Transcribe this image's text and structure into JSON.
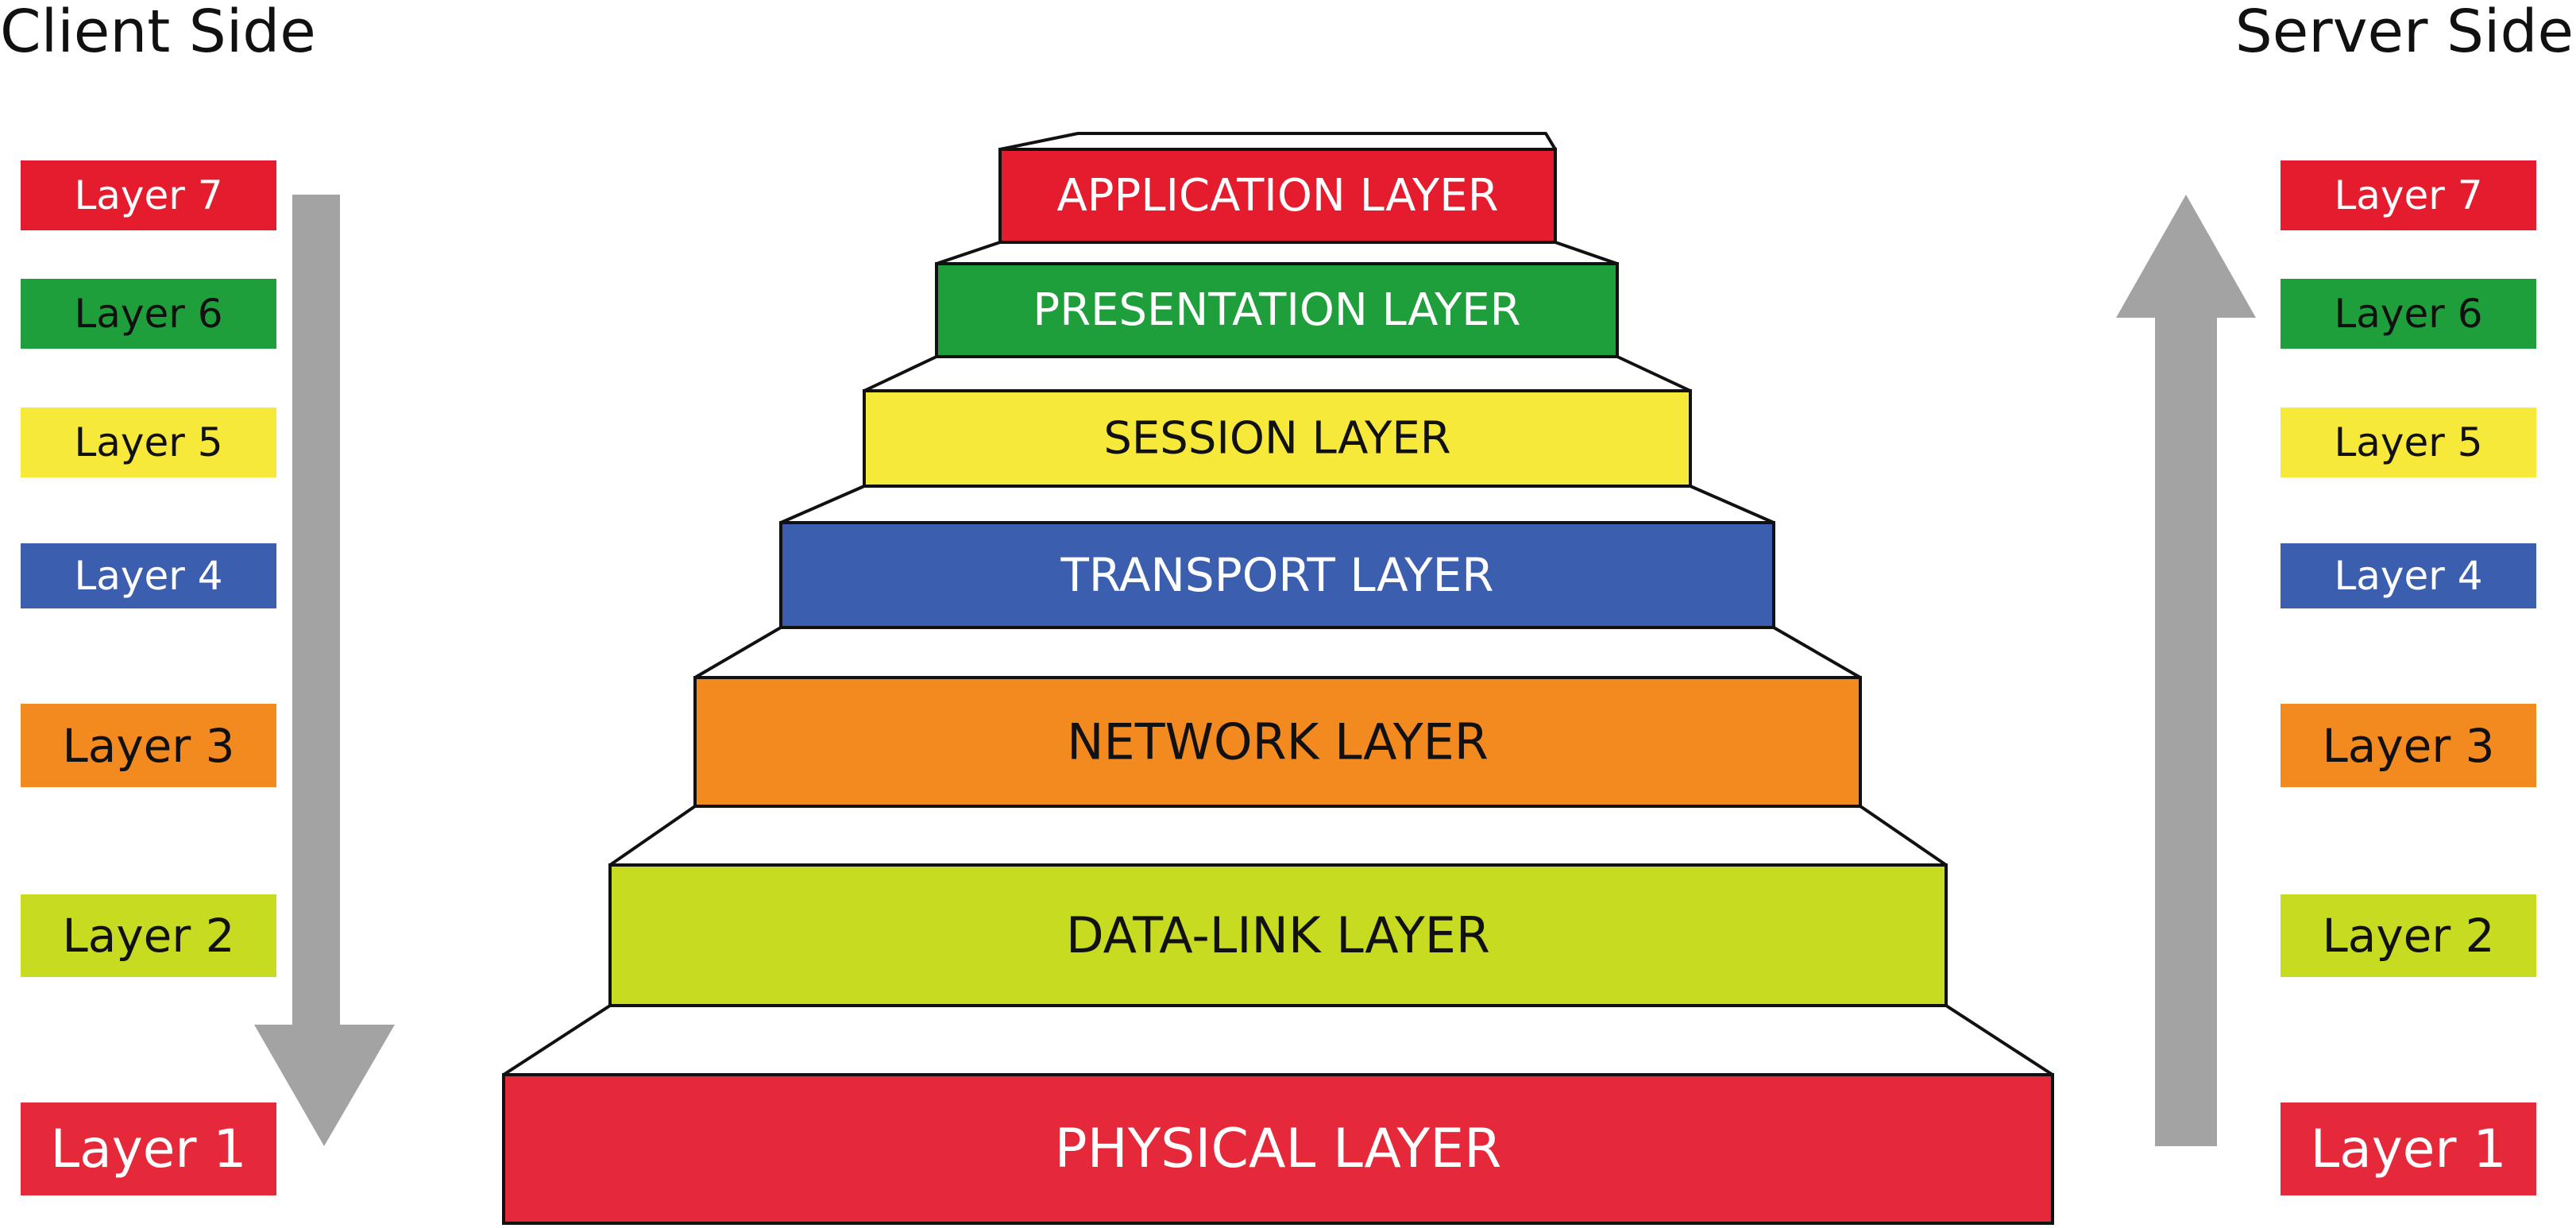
{
  "client_side": {
    "title": "Client Side",
    "layers": [
      {
        "label": "Layer 7",
        "color": "#e41c2d",
        "text_color": "#ffffff"
      },
      {
        "label": "Layer 6",
        "color": "#1f9e3c",
        "text_color": "#111111"
      },
      {
        "label": "Layer 5",
        "color": "#f7e93a",
        "text_color": "#111111"
      },
      {
        "label": "Layer 4",
        "color": "#3b5fae",
        "text_color": "#ffffff"
      },
      {
        "label": "Layer 3",
        "color": "#f28a20",
        "text_color": "#111111"
      },
      {
        "label": "Layer 2",
        "color": "#c7dc20",
        "text_color": "#111111"
      },
      {
        "label": "Layer 1",
        "color": "#e5293a",
        "text_color": "#ffffff"
      }
    ],
    "arrow": {
      "direction": "down",
      "color": "#a3a3a3"
    }
  },
  "server_side": {
    "title": "Server Side",
    "layers": [
      {
        "label": "Layer 7",
        "color": "#e41c2d",
        "text_color": "#ffffff"
      },
      {
        "label": "Layer 6",
        "color": "#1f9e3c",
        "text_color": "#111111"
      },
      {
        "label": "Layer 5",
        "color": "#f7e93a",
        "text_color": "#111111"
      },
      {
        "label": "Layer 4",
        "color": "#3b5fae",
        "text_color": "#ffffff"
      },
      {
        "label": "Layer 3",
        "color": "#f28a20",
        "text_color": "#111111"
      },
      {
        "label": "Layer 2",
        "color": "#c7dc20",
        "text_color": "#111111"
      },
      {
        "label": "Layer 1",
        "color": "#e5293a",
        "text_color": "#ffffff"
      }
    ],
    "arrow": {
      "direction": "up",
      "color": "#a3a3a3"
    }
  },
  "stack": [
    {
      "label": "APPLICATION LAYER",
      "color": "#e41c2d",
      "text_color": "#ffffff"
    },
    {
      "label": "PRESENTATION LAYER",
      "color": "#1f9e3c",
      "text_color": "#ffffff"
    },
    {
      "label": "SESSION LAYER",
      "color": "#f7e93a",
      "text_color": "#111111"
    },
    {
      "label": "TRANSPORT LAYER",
      "color": "#3b5fae",
      "text_color": "#ffffff"
    },
    {
      "label": "NETWORK LAYER",
      "color": "#f28a20",
      "text_color": "#111111"
    },
    {
      "label": "DATA-LINK LAYER",
      "color": "#c7dc20",
      "text_color": "#111111"
    },
    {
      "label": "PHYSICAL LAYER",
      "color": "#e5293a",
      "text_color": "#ffffff"
    }
  ]
}
